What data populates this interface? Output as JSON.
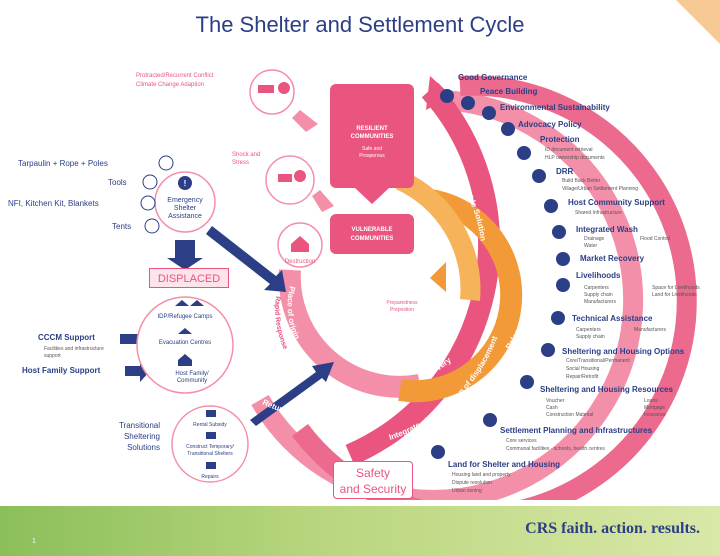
{
  "title": "The Shelter and Settlement Cycle",
  "colors": {
    "pink": "#e9557f",
    "light_pink": "#f48fa9",
    "orange": "#f29a38",
    "navy": "#2b3e86",
    "footer_green": "#9ccb68"
  },
  "top_left_note": [
    "Protracted/Recurrent Conflict",
    "Climate Change Adaption"
  ],
  "shock_note": [
    "Shock and",
    "Stress"
  ],
  "resilient": {
    "title": [
      "RESILIENT",
      "COMMUNITIES"
    ],
    "sub": [
      "Safe and",
      "Prosperous"
    ]
  },
  "vulnerable": [
    "VULNERABLE",
    "COMMUNITIES"
  ],
  "destruction": "Destruction",
  "emergency": [
    "Emergency",
    "Shelter",
    "Assistance"
  ],
  "displaced": "DISPLACED",
  "left_items": [
    "Tarpaulin + Rope + Poles",
    "Tools",
    "NFI, Kitchen Kit, Blankets",
    "Tents"
  ],
  "displaced_items": [
    "IDP/Refugee Camps",
    "Evacuation Centres",
    [
      "Host Family/",
      "Community"
    ]
  ],
  "cccm": {
    "title": "CCCM Support",
    "sub": [
      "Facilities and infrastructure",
      "support"
    ]
  },
  "host_support": "Host Family Support",
  "transitional": {
    "title": [
      "Transitional",
      "Sheltering",
      "Solutions"
    ],
    "items": [
      "Rental Subsidy",
      [
        "Construct Temporary/",
        "Transitional Shelters"
      ],
      "Repairs"
    ]
  },
  "arc_labels": [
    "Place of origin",
    "Rapid Response",
    "Return to the place of origin",
    "Integrate at the location of displacement",
    "Relocate to 3rd location",
    "Recovery",
    "Durable Solution"
  ],
  "preparedness": [
    "Preparedness",
    "Prepostion"
  ],
  "safety": "Safety\nand Security",
  "right_items": [
    {
      "title": "Good Governance",
      "sub": []
    },
    {
      "title": "Peace Building",
      "sub": []
    },
    {
      "title": "Environmental Sustainability",
      "sub": []
    },
    {
      "title": "Advocacy Policy",
      "sub": []
    },
    {
      "title": "Protection",
      "sub": [
        "ID document retrieval",
        "HLP ownership documents"
      ]
    },
    {
      "title": "DRR",
      "sub": [
        "Build Back Better",
        "Village/Urban Settlement Planning"
      ]
    },
    {
      "title": "Host Community Support",
      "sub": [
        "Shared Infrastructure"
      ]
    },
    {
      "title": "Integrated Wash",
      "sub": [
        "Drainage",
        "Water"
      ],
      "sub2": [
        "Flood Control"
      ]
    },
    {
      "title": "Market Recovery",
      "sub": []
    },
    {
      "title": "Livelihoods",
      "sub": [
        "Carpenters",
        "Supply chain",
        "Manufacturers"
      ],
      "sub2": [
        "Space for Livelihoods",
        "Land for Livelihoods"
      ]
    },
    {
      "title": "Technical Assistance",
      "sub": [
        "Carpenters",
        "Supply chain"
      ],
      "sub2": [
        "Manufacturers"
      ]
    },
    {
      "title": "Sheltering and Housing Options",
      "sub": [
        "Core/Transitional/Permanent",
        "Social Housing",
        "Repair/Retrofit"
      ]
    },
    {
      "title": "Sheltering and Housing Resources",
      "sub": [
        "Voucher",
        "Cash",
        "Construction Material"
      ],
      "sub2": [
        "Loans",
        "Mortgage",
        "Insurance"
      ]
    },
    {
      "title": "Settlement Planning and Infrastructures",
      "sub": [
        "Core services",
        "Communal facilities - schools, health centres"
      ]
    },
    {
      "title": "Land for Shelter and Housing",
      "sub": [
        "Housing land and property",
        "Dispute resolution",
        "Urban zoning"
      ]
    }
  ],
  "footer": {
    "page": "1",
    "logo": "CRS faith. action. results."
  }
}
